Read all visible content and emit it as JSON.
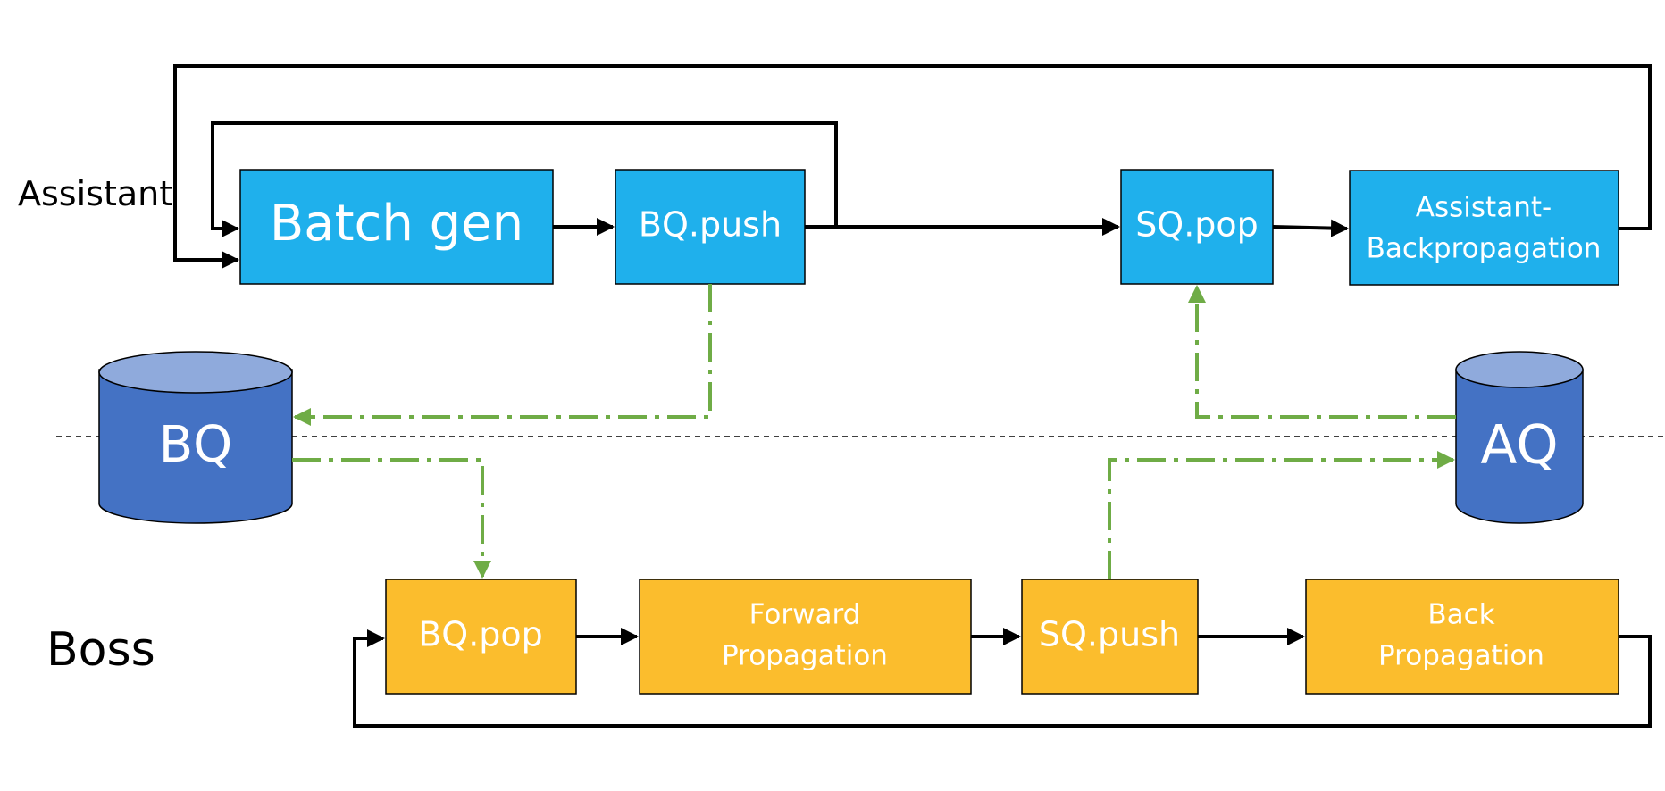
{
  "labels": {
    "assistant": "Assistant",
    "boss": "Boss"
  },
  "boxes": {
    "batch_gen": "Batch gen",
    "bq_push": "BQ.push",
    "sq_pop": "SQ.pop",
    "assistant_backprop_line1": "Assistant-",
    "assistant_backprop_line2": "Backpropagation",
    "bq_pop": "BQ.pop",
    "forward_prop_line1": "Forward",
    "forward_prop_line2": "Propagation",
    "sq_push": "SQ.push",
    "back_prop_line1": "Back",
    "back_prop_line2": "Propagation"
  },
  "queues": {
    "bq": "BQ",
    "aq": "AQ"
  },
  "colors": {
    "assistant_box": "#1fb0ec",
    "boss_box": "#fbbd2d",
    "queue_body": "#4472c4",
    "queue_top": "#8faadc",
    "data_arrow": "#6fac46",
    "control_arrow": "#000000"
  }
}
